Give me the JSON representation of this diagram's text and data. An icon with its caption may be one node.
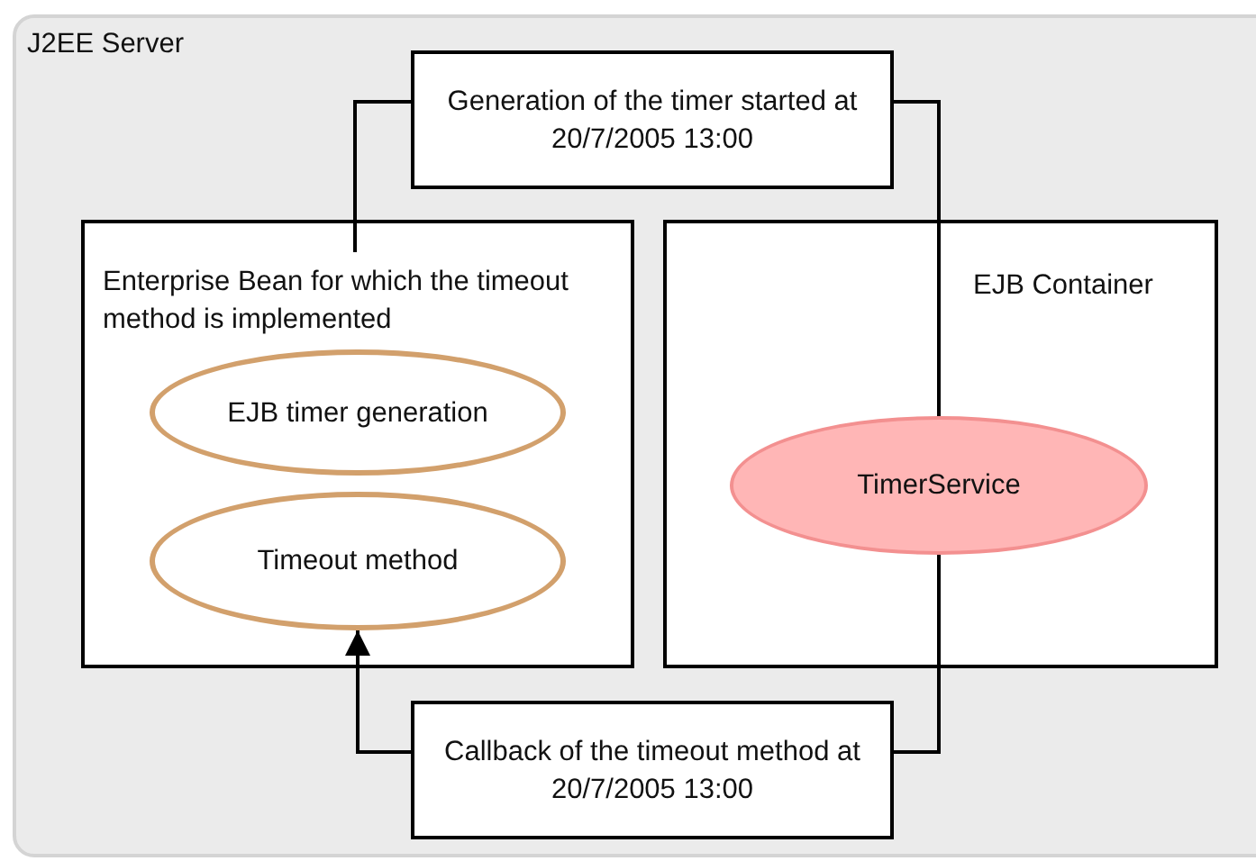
{
  "diagram": {
    "nodes": [
      {
        "text": [
          "J2EE Server"
        ]
      },
      {
        "text": [
          "Generation of the timer started at 20/7/2005 13:00"
        ],
        "in": 0
      },
      {
        "text": [
          "Enterprise Bean for which the timeout method is implemented"
        ],
        "in": 0
      },
      {
        "text": [
          "EJB timer generation"
        ],
        "in": 2
      },
      {
        "text": [
          "Timeout method"
        ],
        "in": 2
      },
      {
        "text": [
          "EJB Container"
        ],
        "in": 0
      },
      {
        "text": [
          "TimerService"
        ],
        "in": 5
      },
      {
        "text": [
          "Callback of the timeout method at 20/7/2005 13:00"
        ],
        "in": 0
      }
    ],
    "edges": [
      {
        "from": 1,
        "to": 2,
        "arrow": "none"
      },
      {
        "from": 1,
        "to": 6,
        "arrow": "none"
      },
      {
        "from": 6,
        "to": 7,
        "arrow": "none"
      },
      {
        "from": 7,
        "to": 4,
        "arrow": "to"
      }
    ]
  }
}
